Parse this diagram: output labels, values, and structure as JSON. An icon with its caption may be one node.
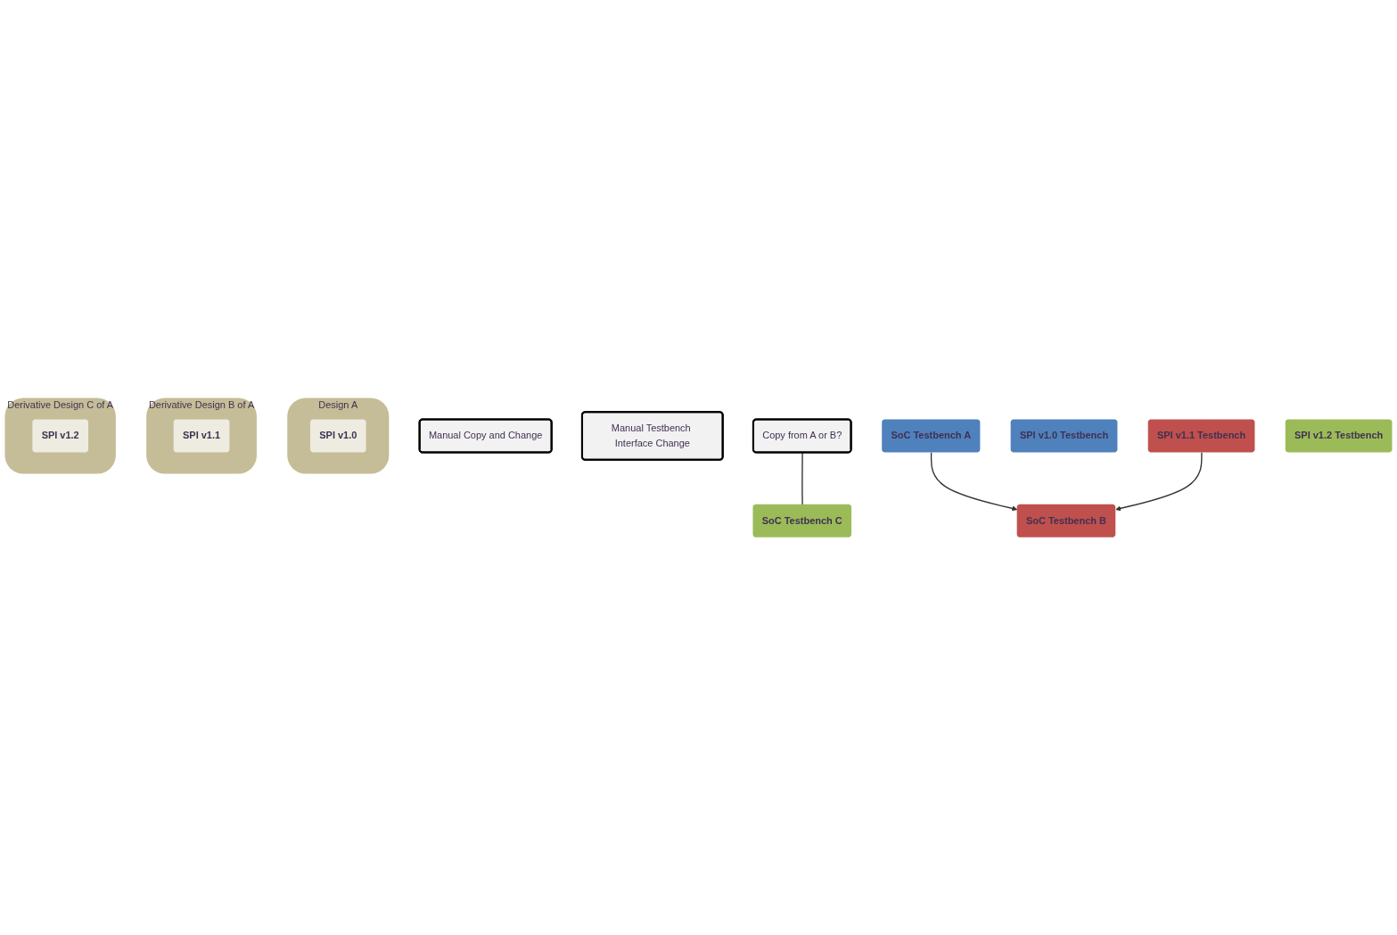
{
  "diagram": {
    "nodes": [
      {
        "text": [
          "Manual Copy and Change"
        ]
      },
      {
        "text": [
          "Manual Testbench Interface Change"
        ]
      },
      {
        "text": [
          "Copy from A or B?"
        ]
      },
      {
        "text": [
          "SoC Testbench A"
        ]
      },
      {
        "text": [
          "SoC Testbench B"
        ]
      },
      {
        "text": [
          "SoC Testbench C"
        ]
      },
      {
        "text": [
          "Design A"
        ]
      },
      {
        "text": [
          "SPI v1.0"
        ],
        "in": 6
      },
      {
        "text": [
          "Derivative Design B of A"
        ]
      },
      {
        "text": [
          "SPI v1.1"
        ],
        "in": 8
      },
      {
        "text": [
          "Derivative Design C of A"
        ]
      },
      {
        "text": [
          "SPI v1.2"
        ],
        "in": 10
      },
      {
        "text": [
          "SPI v1.0 Testbench"
        ]
      },
      {
        "text": [
          "SPI v1.1 Testbench"
        ]
      },
      {
        "text": [
          "SPI v1.2 Testbench"
        ]
      }
    ],
    "edges": [
      {
        "from": 3,
        "to": 4,
        "arrow": "to"
      },
      {
        "from": 13,
        "to": 4,
        "arrow": "to"
      },
      {
        "from": 2,
        "to": 5,
        "arrow": "none"
      }
    ]
  }
}
